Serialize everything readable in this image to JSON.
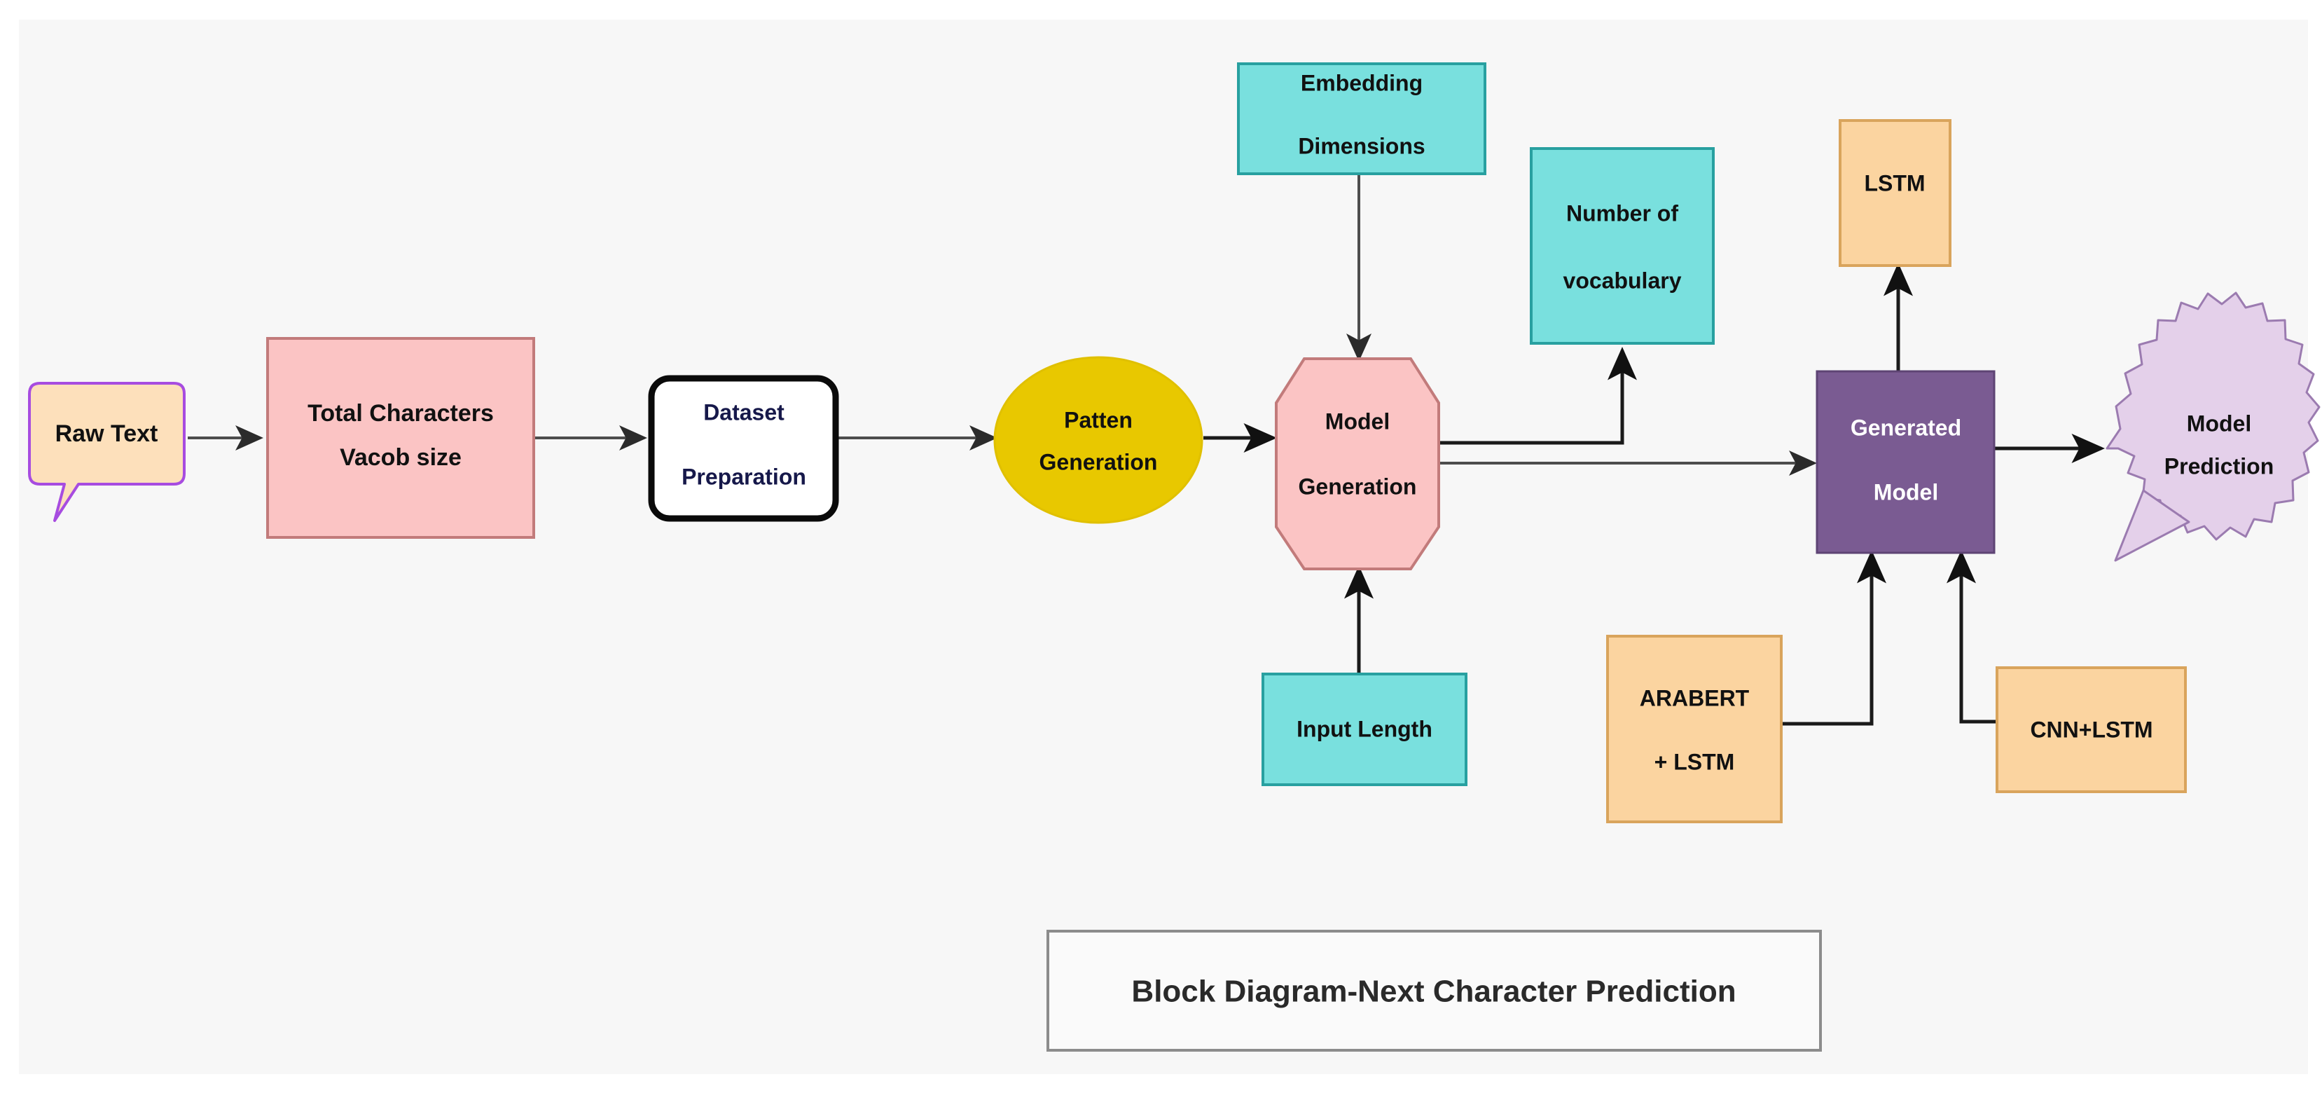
{
  "canvas": {
    "background": "#f7f7f7",
    "page_background": "#ffffff"
  },
  "title_box": {
    "text": "Block Diagram-Next Character Prediction",
    "border_color": "#8c8c8c",
    "fill": "#fafafa"
  },
  "palette": {
    "pink": "#fbc4c4",
    "pink_border": "#c27b7b",
    "cyan": "#79e0de",
    "cyan_border": "#28a0a0",
    "orange": "#fbd4a0",
    "orange_border": "#d9a45c",
    "yellow": "#e8c800",
    "purple": "#7a5b92",
    "lavender": "#e4d0ea",
    "lavender_border": "#9b7bb0",
    "peach": "#fde0bb",
    "violet_border": "#a74ce0",
    "white": "#ffffff",
    "black": "#111111",
    "navy": "#16184a"
  },
  "nodes": [
    {
      "id": "raw-text",
      "label": "Raw Text",
      "shape": "speech-bubble",
      "fill": "#fde0bb",
      "border": "#a74ce0",
      "text_color": "#0d0d2b"
    },
    {
      "id": "total-characters",
      "label_line1": "Total Characters",
      "label_line2": "Vacob size",
      "shape": "rect",
      "fill": "#fbc4c4",
      "border": "#c27b7b",
      "text_color": "#111111"
    },
    {
      "id": "dataset-preparation",
      "label_line1": "Dataset",
      "label_line2": "Preparation",
      "shape": "rounded-rect",
      "fill": "#ffffff",
      "border": "#0a0a0a",
      "text_color": "#16184a"
    },
    {
      "id": "patten-generation",
      "label_line1": "Patten",
      "label_line2": "Generation",
      "shape": "ellipse",
      "fill": "#e8c800",
      "border": "#e8c800",
      "text_color": "#111111"
    },
    {
      "id": "model-generation",
      "label_line1": "Model",
      "label_line2": "Generation",
      "shape": "octagon",
      "fill": "#fbc4c4",
      "border": "#c27b7b",
      "text_color": "#111111"
    },
    {
      "id": "embedding-dimensions",
      "label_line1": "Embedding",
      "label_line2": "Dimensions",
      "shape": "rect",
      "fill": "#79e0de",
      "border": "#28a0a0",
      "text_color": "#111111"
    },
    {
      "id": "number-of-vocabulary",
      "label_line1": "Number of",
      "label_line2": "vocabulary",
      "shape": "rect",
      "fill": "#79e0de",
      "border": "#28a0a0",
      "text_color": "#111111"
    },
    {
      "id": "input-length",
      "label": "Input Length",
      "shape": "rect",
      "fill": "#79e0de",
      "border": "#28a0a0",
      "text_color": "#111111"
    },
    {
      "id": "lstm",
      "label": "LSTM",
      "shape": "rect",
      "fill": "#fbd4a0",
      "border": "#d9a45c",
      "text_color": "#111111"
    },
    {
      "id": "generated-model",
      "label_line1": "Generated",
      "label_line2": "Model",
      "shape": "rect",
      "fill": "#7a5b92",
      "border": "#5e4474",
      "text_color": "#ffffff"
    },
    {
      "id": "arabert-lstm",
      "label_line1": "ARABERT",
      "label_line2": "+ LSTM",
      "shape": "rect",
      "fill": "#fbd4a0",
      "border": "#d9a45c",
      "text_color": "#111111"
    },
    {
      "id": "cnn-lstm",
      "label": "CNN+LSTM",
      "shape": "rect",
      "fill": "#fbd4a0",
      "border": "#d9a45c",
      "text_color": "#111111"
    },
    {
      "id": "model-prediction",
      "label_line1": "Model",
      "label_line2": "Prediction",
      "shape": "starburst-callout",
      "fill": "#e4d0ea",
      "border": "#9b7bb0",
      "text_color": "#111111"
    }
  ],
  "edges": [
    {
      "from": "raw-text",
      "to": "total-characters",
      "style": "straight-arrow"
    },
    {
      "from": "total-characters",
      "to": "dataset-preparation",
      "style": "straight-arrow"
    },
    {
      "from": "dataset-preparation",
      "to": "patten-generation",
      "style": "straight-arrow"
    },
    {
      "from": "patten-generation",
      "to": "model-generation",
      "style": "straight-arrow"
    },
    {
      "from": "embedding-dimensions",
      "to": "model-generation",
      "style": "vertical-arrow-down"
    },
    {
      "from": "input-length",
      "to": "model-generation",
      "style": "vertical-arrow-up"
    },
    {
      "from": "model-generation",
      "to": "number-of-vocabulary",
      "style": "elbow-arrow-up"
    },
    {
      "from": "model-generation",
      "to": "generated-model",
      "style": "straight-arrow"
    },
    {
      "from": "generated-model",
      "to": "lstm",
      "style": "vertical-arrow-up"
    },
    {
      "from": "arabert-lstm",
      "to": "generated-model",
      "style": "elbow-arrow-up"
    },
    {
      "from": "cnn-lstm",
      "to": "generated-model",
      "style": "elbow-arrow-up"
    },
    {
      "from": "generated-model",
      "to": "model-prediction",
      "style": "straight-arrow"
    }
  ]
}
